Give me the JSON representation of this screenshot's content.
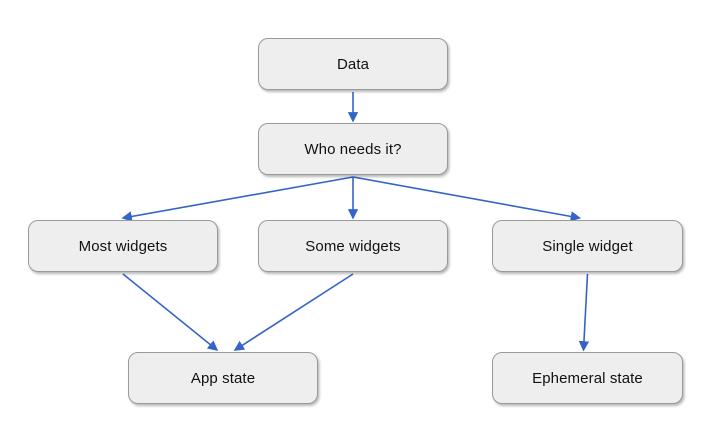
{
  "diagram": {
    "type": "flowchart",
    "nodes": {
      "data": {
        "label": "Data"
      },
      "who": {
        "label": "Who needs it?"
      },
      "most": {
        "label": "Most widgets"
      },
      "some": {
        "label": "Some widgets"
      },
      "single": {
        "label": "Single widget"
      },
      "app": {
        "label": "App state"
      },
      "ephemeral": {
        "label": "Ephemeral state"
      }
    },
    "edges": [
      {
        "from": "data",
        "to": "who"
      },
      {
        "from": "who",
        "to": "most"
      },
      {
        "from": "who",
        "to": "some"
      },
      {
        "from": "who",
        "to": "single"
      },
      {
        "from": "most",
        "to": "app"
      },
      {
        "from": "some",
        "to": "app"
      },
      {
        "from": "single",
        "to": "ephemeral"
      }
    ],
    "colors": {
      "arrow": "#3464c8",
      "node_fill": "#eeeeee",
      "node_border": "#9a9a9a",
      "text": "#111111",
      "background": "#ffffff"
    }
  }
}
